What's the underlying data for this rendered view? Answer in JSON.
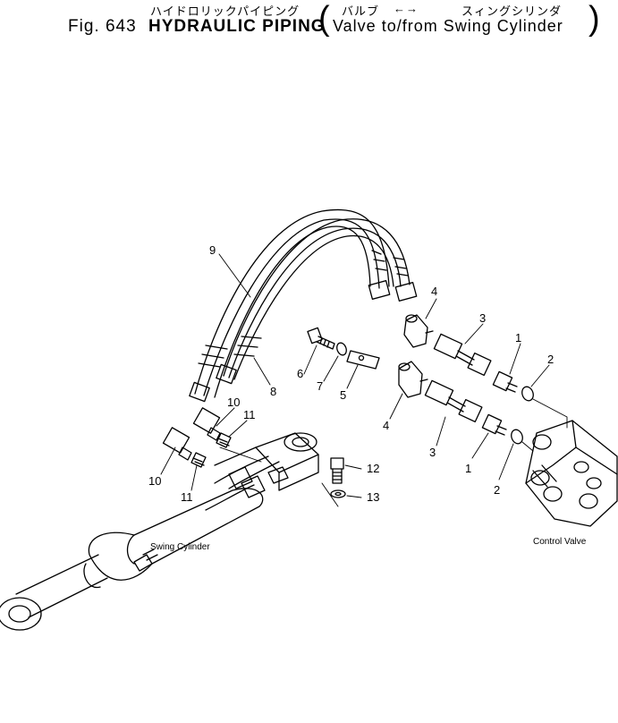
{
  "header": {
    "jp_title": "ハイドロリックパイピング",
    "jp_subtitle_1": "バルブ",
    "jp_arrow": "←→",
    "jp_subtitle_2": "スィングシリンダ",
    "fig_label": "Fig. 643",
    "title": "HYDRAULIC PIPING",
    "subtitle": "Valve to/from Swing Cylinder"
  },
  "labels": {
    "swing_cylinder": "Swing Cylinder",
    "control_valve": "Control Valve"
  },
  "callouts": {
    "c1a": "1",
    "c1b": "1",
    "c2a": "2",
    "c2b": "2",
    "c3a": "3",
    "c3b": "3",
    "c4a": "4",
    "c4b": "4",
    "c5": "5",
    "c6": "6",
    "c7": "7",
    "c8": "8",
    "c9": "9",
    "c10a": "10",
    "c10b": "10",
    "c11a": "11",
    "c11b": "11",
    "c12": "12",
    "c13": "13"
  },
  "colors": {
    "ink": "#000000",
    "paper": "#ffffff"
  }
}
